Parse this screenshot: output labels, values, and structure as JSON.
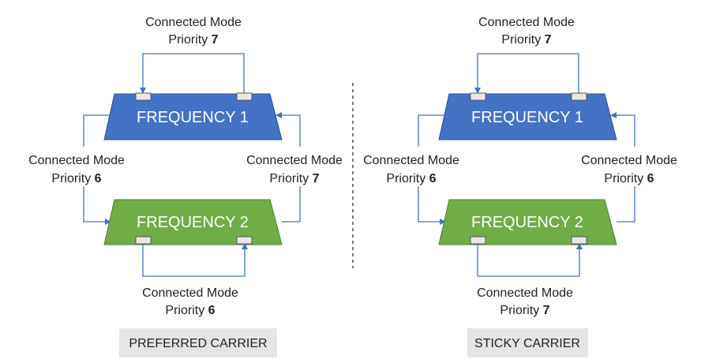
{
  "colors": {
    "freq1_fill": "#4472c4",
    "freq1_stroke": "#2f528f",
    "freq2_fill": "#70ad47",
    "freq2_stroke": "#507e32",
    "arrow": "#4472c4",
    "caption_bg": "#e5e5e5"
  },
  "panels": [
    {
      "caption": "PREFERRED CARRIER",
      "freq1_label": "FREQUENCY 1",
      "freq2_label": "FREQUENCY 2",
      "top_loop": {
        "line1": "Connected Mode",
        "line2": "Priority",
        "priority": "7"
      },
      "left_link": {
        "line1": "Connected Mode",
        "line2": "Priority",
        "priority": "6"
      },
      "right_link": {
        "line1": "Connected Mode",
        "line2": "Priority",
        "priority": "7"
      },
      "bottom_loop": {
        "line1": "Connected Mode",
        "line2": "Priority",
        "priority": "6"
      }
    },
    {
      "caption": "STICKY CARRIER",
      "freq1_label": "FREQUENCY 1",
      "freq2_label": "FREQUENCY 2",
      "top_loop": {
        "line1": "Connected Mode",
        "line2": "Priority",
        "priority": "7"
      },
      "left_link": {
        "line1": "Connected Mode",
        "line2": "Priority",
        "priority": "6"
      },
      "right_link": {
        "line1": "Connected Mode",
        "line2": "Priority",
        "priority": "6"
      },
      "bottom_loop": {
        "line1": "Connected Mode",
        "line2": "Priority",
        "priority": "7"
      }
    }
  ]
}
